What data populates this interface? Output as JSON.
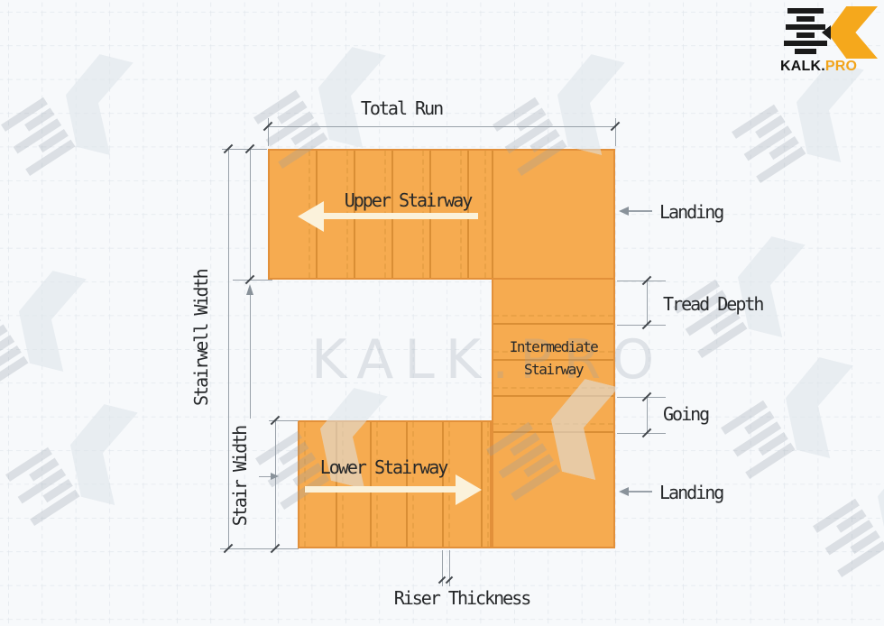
{
  "colors": {
    "background": "#F7F9FB",
    "grid": "#DFE5EB",
    "stair_fill": "#F6AB50",
    "stair_border": "#E2903A",
    "dimension_line": "#99A1A9",
    "label_text": "#26282A",
    "flow_arrow": "#FBF2DB",
    "logo_accent": "#F5A81C"
  },
  "logo": {
    "brand": "KALK.",
    "brand_suffix": "PRO"
  },
  "watermark": {
    "text": "KALK.PRO"
  },
  "labels": {
    "total_run": "Total Run",
    "stairwell_width": "Stairwell Width",
    "stair_width": "Stair Width",
    "upper_stairway": "Upper Stairway",
    "lower_stairway": "Lower Stairway",
    "intermediate_line1": "Intermediate",
    "intermediate_line2": "Stairway",
    "landing_top": "Landing",
    "landing_bottom": "Landing",
    "tread_depth": "Tread Depth",
    "going": "Going",
    "riser_thickness": "Riser Thickness"
  },
  "icons": {
    "logo_mark": "stair-bars-and-k-chevron",
    "watermark_mark": "stair-bars-and-k-chevron"
  }
}
